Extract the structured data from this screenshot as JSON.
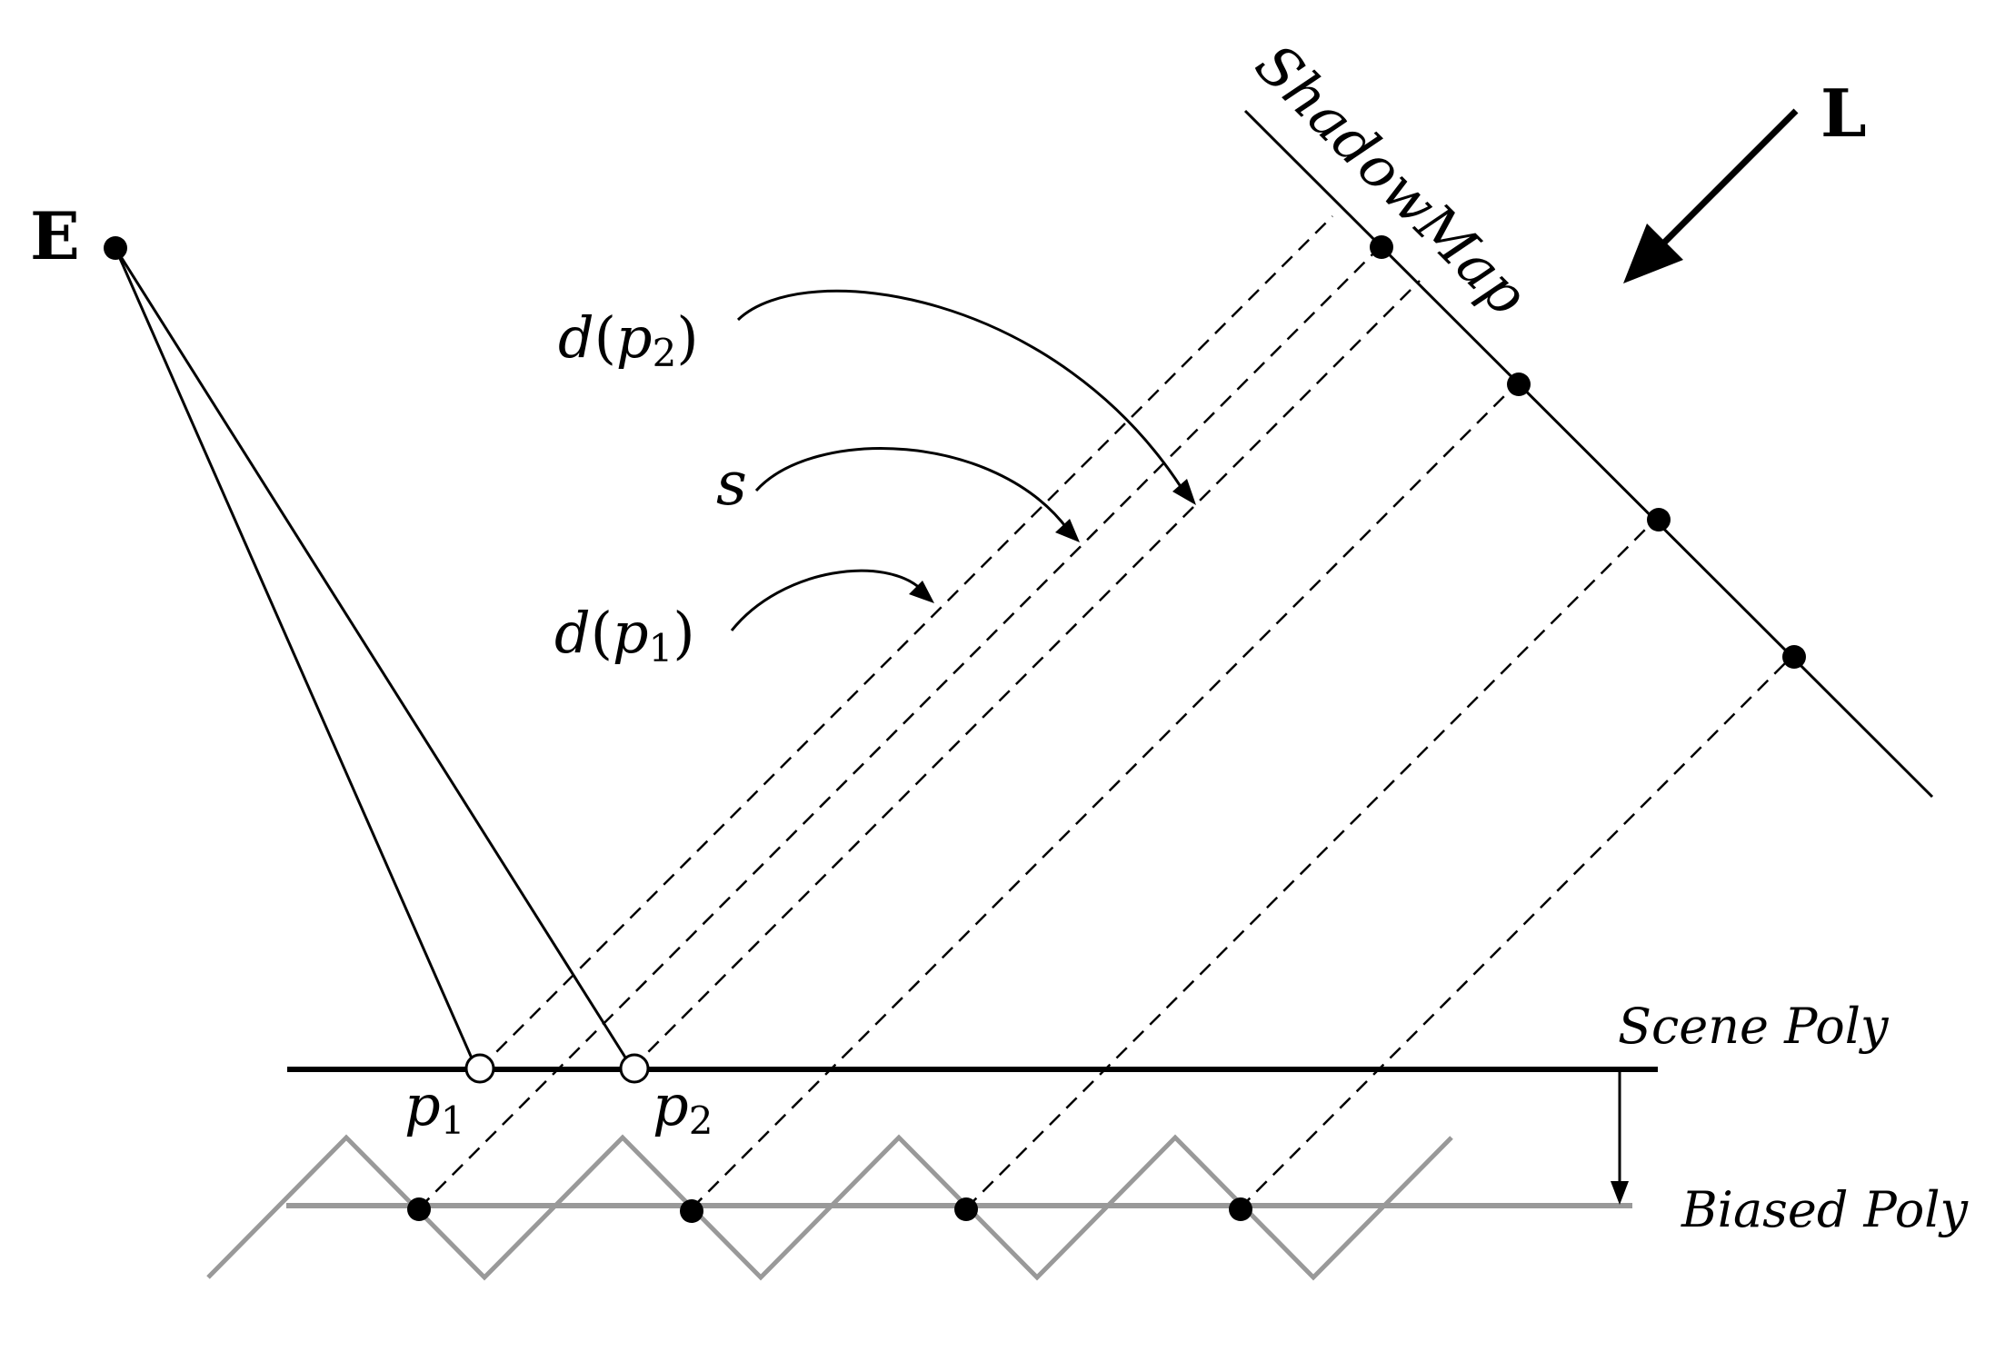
{
  "labels": {
    "eye": "E",
    "light": "L",
    "shadow_map": "ShadowMap",
    "d_p2_func": "d",
    "d_p2_var": "p",
    "d_p2_sub": "2",
    "s": "s",
    "d_p1_func": "d",
    "d_p1_var": "p",
    "d_p1_sub": "1",
    "scene_poly": "Scene Poly",
    "biased_poly": "Biased Poly",
    "p1_var": "p",
    "p1_sub": "1",
    "p2_var": "p",
    "p2_sub": "2"
  },
  "colors": {
    "ink": "#000000",
    "biased": "#999999",
    "background": "#ffffff"
  }
}
